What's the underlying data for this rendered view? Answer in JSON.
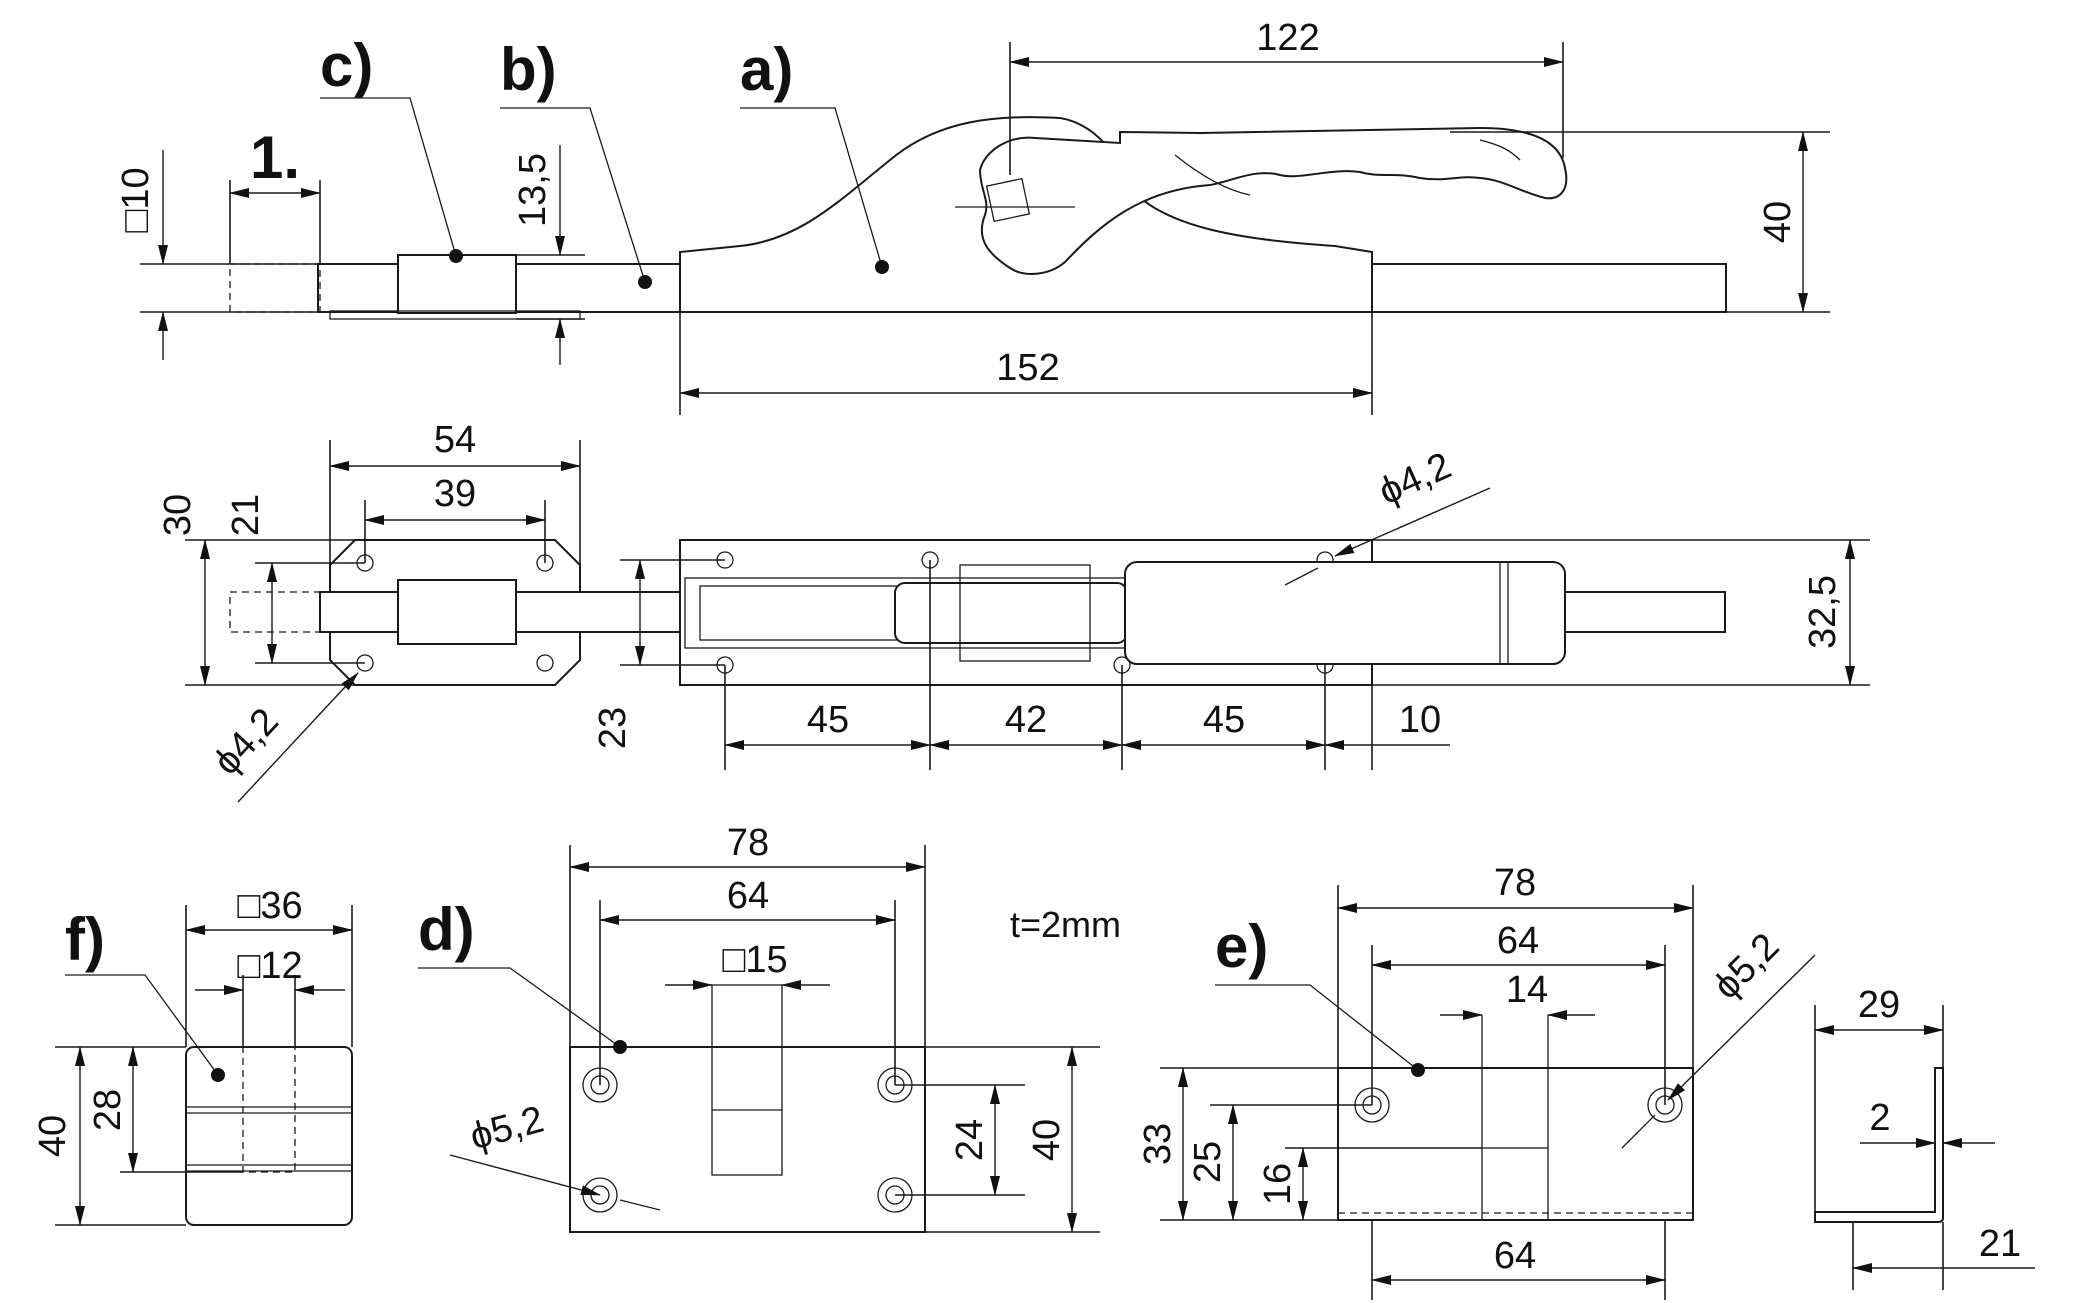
{
  "labels": {
    "a": "a)",
    "b": "b)",
    "c": "c)",
    "d": "d)",
    "e": "e)",
    "f": "f)",
    "step": "1."
  },
  "note": "t=2mm",
  "dims": {
    "top_122": "122",
    "top_40": "40",
    "top_152": "152",
    "top_13_5": "13,5",
    "top_sq10": "□10",
    "mid_54": "54",
    "mid_39": "39",
    "mid_30": "30",
    "mid_21": "21",
    "mid_23": "23",
    "mid_phi_left": "ϕ4,2",
    "mid_phi_right": "ϕ4,2",
    "mid_45a": "45",
    "mid_42": "42",
    "mid_45b": "45",
    "mid_10": "10",
    "mid_32_5": "32,5",
    "f_sq36": "□36",
    "f_sq12": "□12",
    "f_40": "40",
    "f_28": "28",
    "d_78": "78",
    "d_64": "64",
    "d_sq15": "□15",
    "d_24": "24",
    "d_40": "40",
    "d_phi": "ϕ5,2",
    "e_78": "78",
    "e_64": "64",
    "e_14": "14",
    "e_phi": "ϕ5,2",
    "e_33": "33",
    "e_25": "25",
    "e_16": "16",
    "e_64_bottom": "64",
    "side_29": "29",
    "side_2": "2",
    "side_21": "21"
  }
}
